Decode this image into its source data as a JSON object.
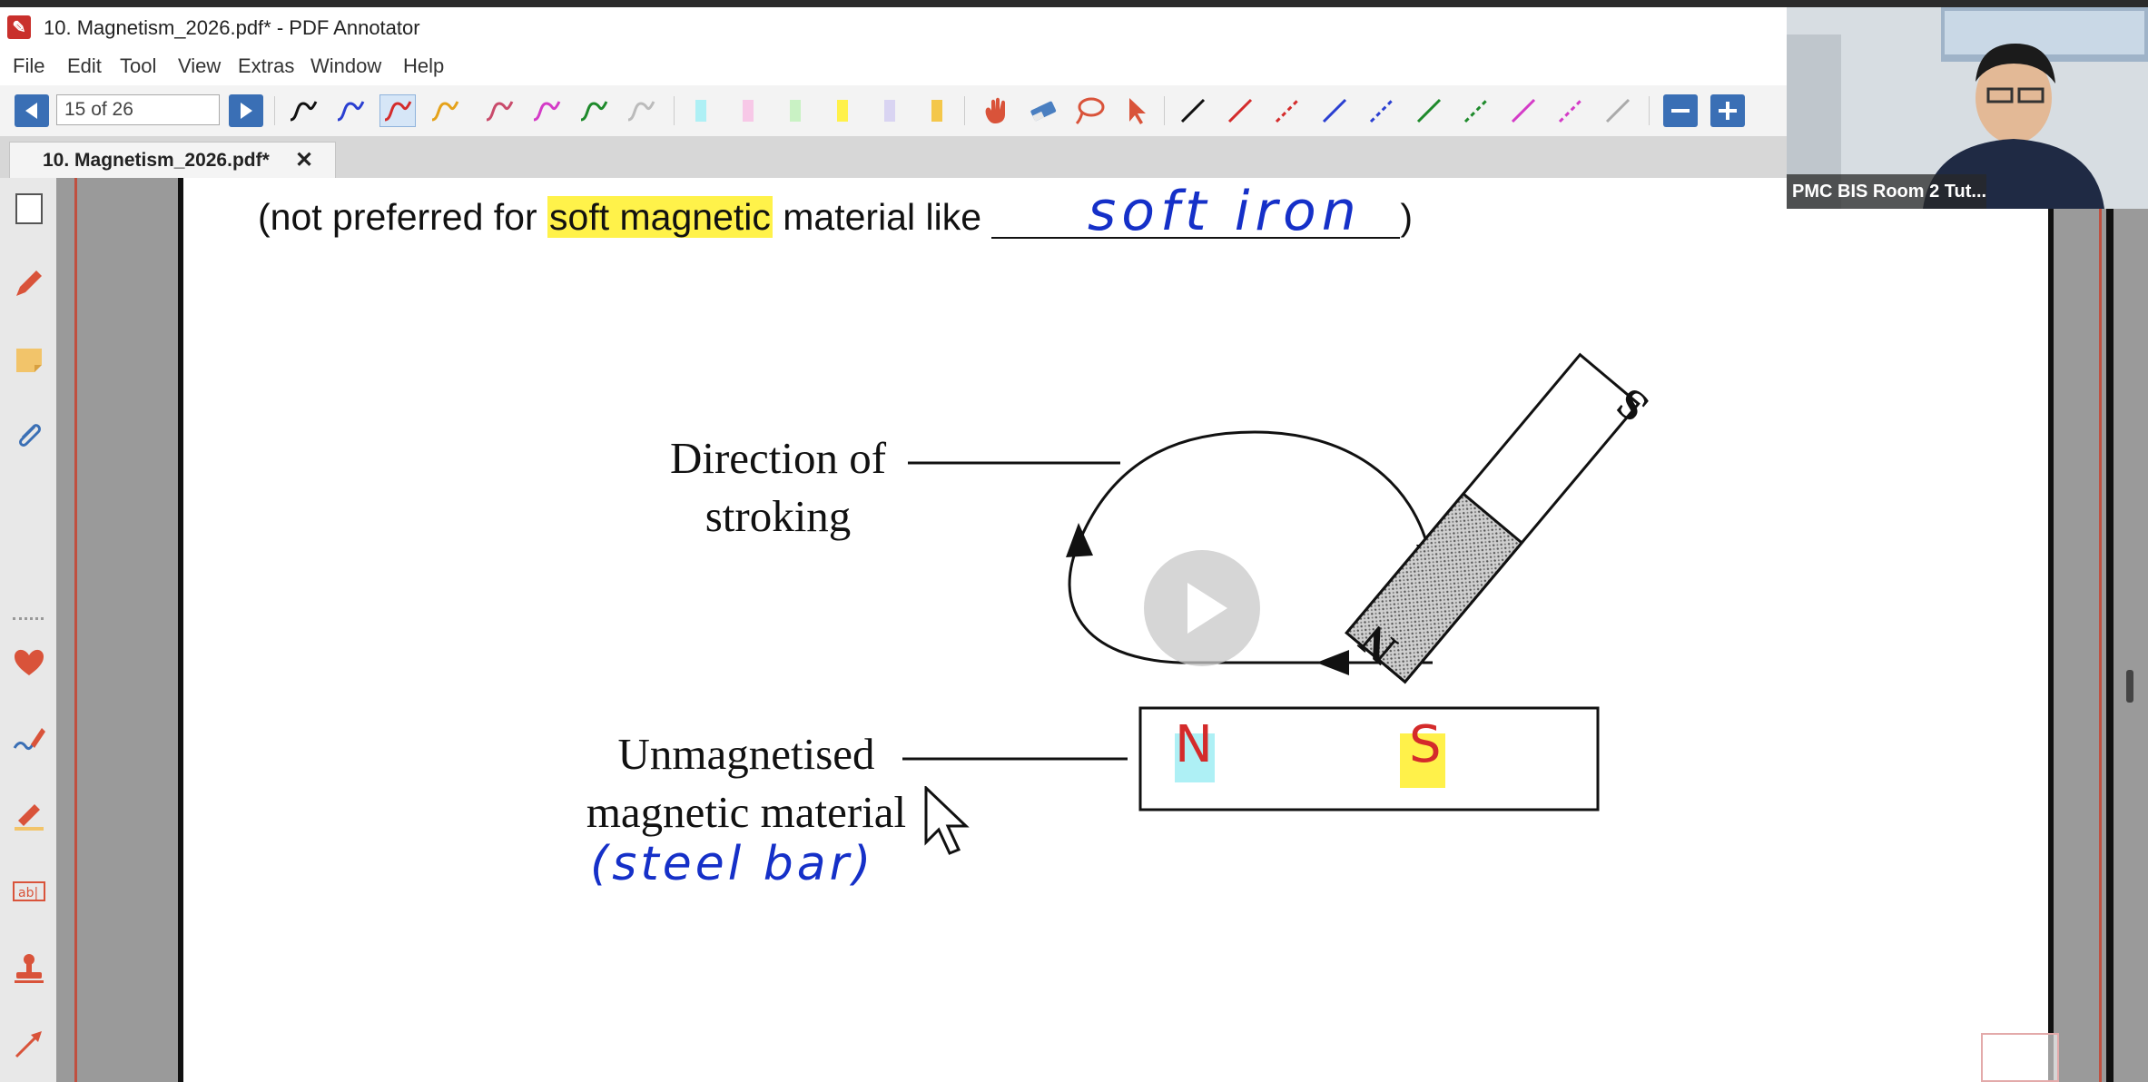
{
  "window": {
    "title": "10. Magnetism_2026.pdf* - PDF Annotator"
  },
  "menu": {
    "items": [
      "File",
      "Edit",
      "Tool",
      "View",
      "Extras",
      "Window",
      "Help"
    ]
  },
  "toolbar": {
    "page_indicator": "15 of 26",
    "pen_colors": [
      "#111111",
      "#2a3fd1",
      "#d42b2b",
      "#e5a21a",
      "#c94b6b",
      "#d43bc7",
      "#1e8a2b",
      "#bbbbbb"
    ],
    "highlighter_colors": [
      "#aef0f5",
      "#f7c8e7",
      "#c9f2c4",
      "#fff14a",
      "#d9d4f2",
      "#f4c74a"
    ],
    "line_colors": [
      "#111111",
      "#d42b2b",
      "#d42b2b",
      "#2a3fd1",
      "#2a3fd1",
      "#1e8a2b",
      "#1e8a2b",
      "#d43bc7",
      "#d43bc7",
      "#aaaaaa"
    ]
  },
  "tab": {
    "label": "10. Magnetism_2026.pdf*",
    "close": "✕"
  },
  "document": {
    "sentence_start": "(not preferred for ",
    "sentence_highlight": "soft magnetic",
    "sentence_mid": " material like ",
    "sentence_end": ")",
    "handwritten_answer": "soft iron",
    "label_direction_line1": "Direction of",
    "label_direction_line2": "stroking",
    "label_material_line1": "Unmagnetised",
    "label_material_line2": "magnetic material",
    "handwritten_note": "(steel bar)",
    "magnet_pole_top": "S",
    "magnet_pole_bottom": "N",
    "bar_pole_left": "N",
    "bar_pole_right": "S"
  },
  "webcam": {
    "label": "PMC BIS Room 2 Tut..."
  },
  "colors": {
    "accent": "#3a6fb5",
    "highlight": "#fff24a",
    "ink_blue": "#1530c8",
    "ink_red": "#d42b2b"
  }
}
